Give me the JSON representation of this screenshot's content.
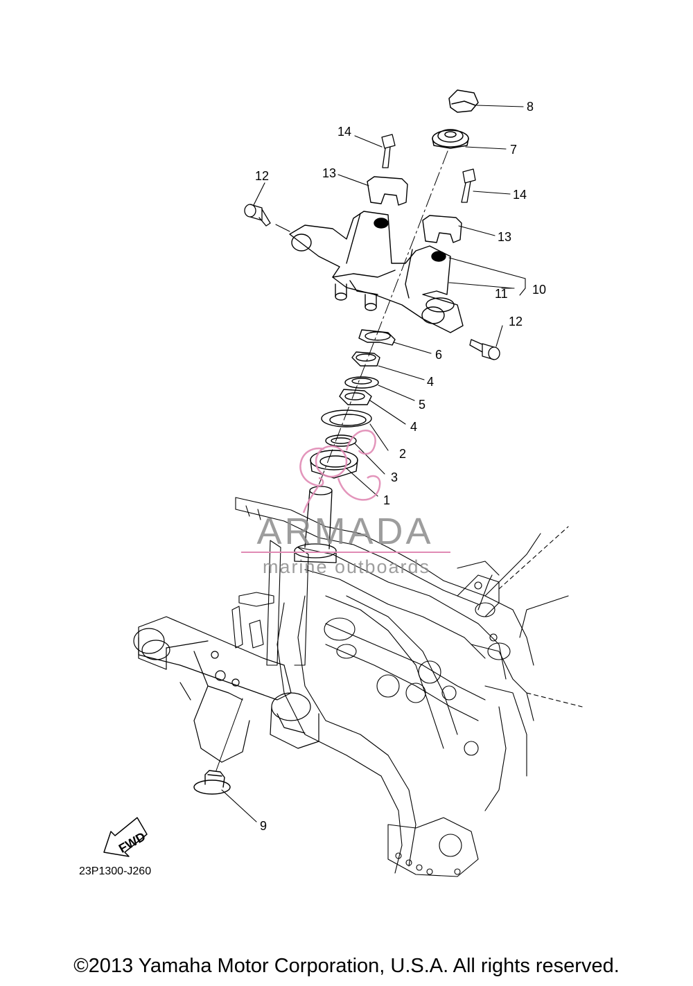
{
  "callouts": [
    {
      "id": "8",
      "text": "8"
    },
    {
      "id": "7",
      "text": "7"
    },
    {
      "id": "14a",
      "text": "14"
    },
    {
      "id": "14b",
      "text": "14"
    },
    {
      "id": "13a",
      "text": "13"
    },
    {
      "id": "13b",
      "text": "13"
    },
    {
      "id": "12a",
      "text": "12"
    },
    {
      "id": "12b",
      "text": "12"
    },
    {
      "id": "10",
      "text": "10"
    },
    {
      "id": "11",
      "text": "11"
    },
    {
      "id": "6",
      "text": "6"
    },
    {
      "id": "4a",
      "text": "4"
    },
    {
      "id": "5",
      "text": "5"
    },
    {
      "id": "4b",
      "text": "4"
    },
    {
      "id": "2",
      "text": "2"
    },
    {
      "id": "3",
      "text": "3"
    },
    {
      "id": "1",
      "text": "1"
    },
    {
      "id": "9",
      "text": "9"
    }
  ],
  "fwd_label": "FWD",
  "diagram_code": "23P1300-J260",
  "watermark": {
    "brand": "ARMADA",
    "tagline": "marine outboards",
    "color": "#e08ab4"
  },
  "copyright": "©2013 Yamaha Motor Corporation, U.S.A. All rights reserved."
}
